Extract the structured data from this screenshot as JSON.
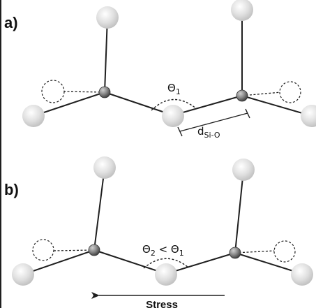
{
  "panels": {
    "a": {
      "label": "a)"
    },
    "b": {
      "label": "b)"
    }
  },
  "annotations": {
    "theta1_symbol": "Θ",
    "theta1_sub": "1",
    "bond_length_symbol": "d",
    "bond_length_sub": "Si-O",
    "theta2_symbol": "Θ",
    "theta2_sub": "2",
    "theta2_relation": " < Θ",
    "theta2_relation_sub": "1"
  },
  "stress": {
    "label": "Stress"
  },
  "colors": {
    "bond": "#1f1f1f",
    "oxygen_light": "#ffffff",
    "oxygen_dark": "#bdbdbd",
    "silicon_light": "#c8c8c8",
    "silicon_dark": "#4a4a4a",
    "border": "#1f1f1f"
  }
}
